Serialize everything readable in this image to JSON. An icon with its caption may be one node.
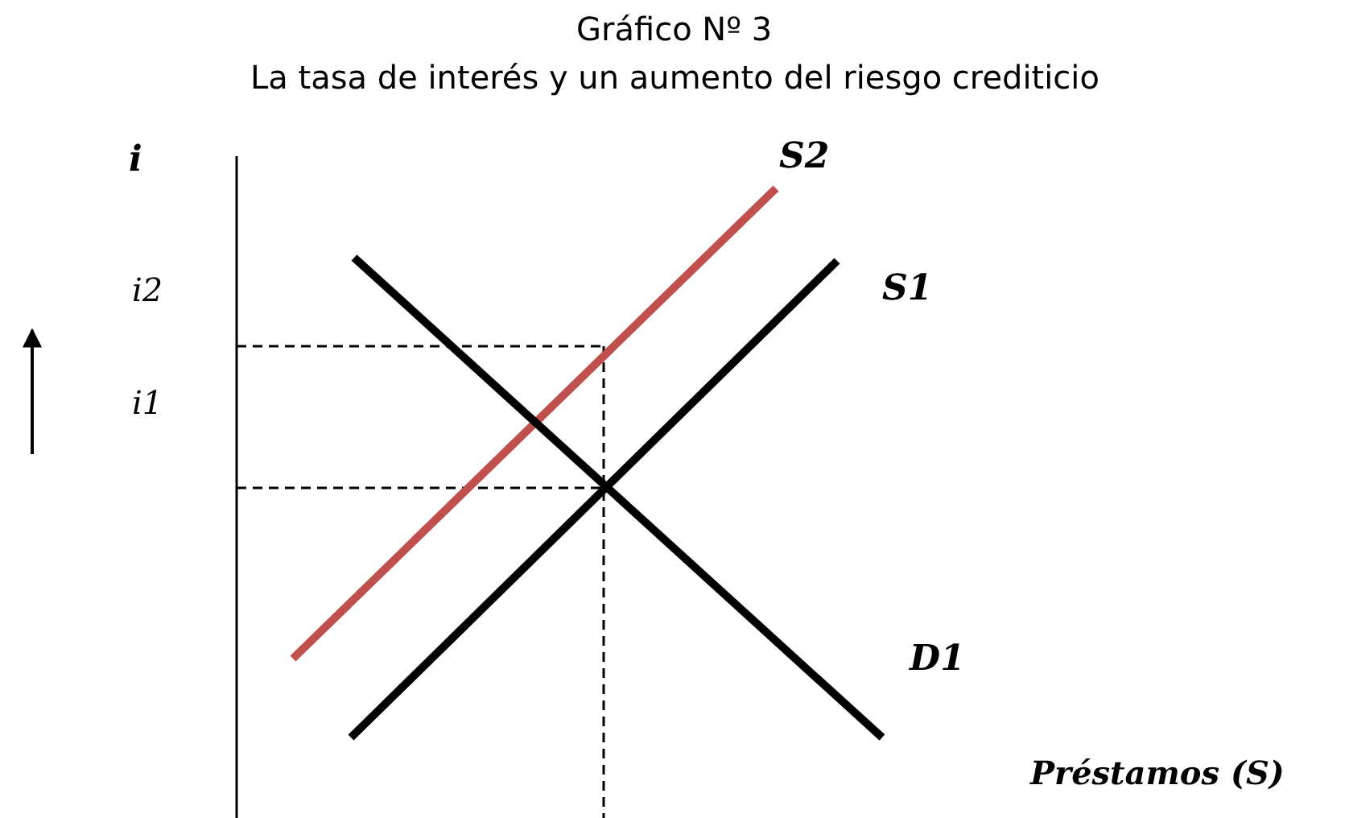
{
  "diagram": {
    "title": "Gráfico Nº 3",
    "labels": [
      "La tasa de interés y un aumento del riesgo crediticio",
      "i",
      "i2",
      "i1",
      "S2",
      "S1",
      "D1",
      "Préstamos (S)"
    ]
  }
}
